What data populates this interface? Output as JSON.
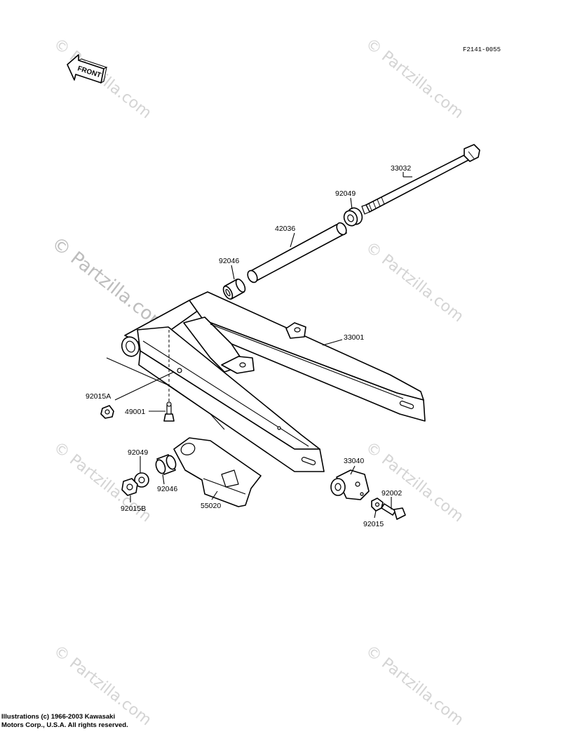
{
  "diagram_ref": "F2141-0055",
  "front_arrow_label": "FRONT",
  "parts": [
    {
      "id": "33032"
    },
    {
      "id": "92049"
    },
    {
      "id": "42036"
    },
    {
      "id": "92046"
    },
    {
      "id": "33001"
    },
    {
      "id": "92015A"
    },
    {
      "id": "49001"
    },
    {
      "id": "92049"
    },
    {
      "id": "92046"
    },
    {
      "id": "92015B"
    },
    {
      "id": "55020"
    },
    {
      "id": "33040"
    },
    {
      "id": "92002"
    },
    {
      "id": "92015"
    }
  ],
  "watermark_text": "© Partzilla.com",
  "copyright_line1": "Illustrations (c) 1966-2003 Kawasaki",
  "copyright_line2": "Motors Corp., U.S.A.  All rights reserved."
}
